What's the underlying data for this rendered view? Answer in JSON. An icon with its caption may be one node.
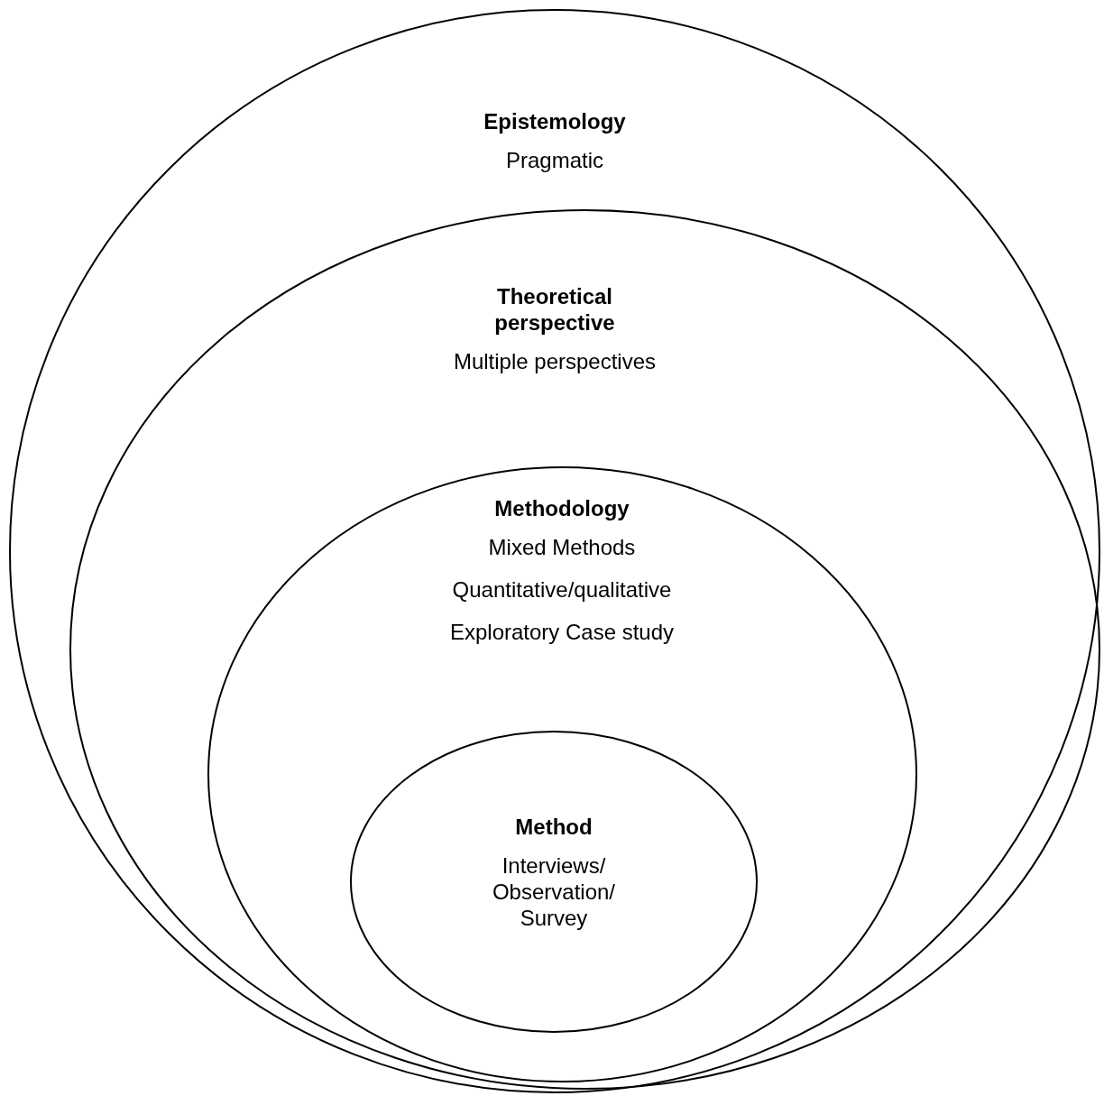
{
  "diagram": {
    "nodes": [
      {
        "text": [
          "Epistemology",
          "Pragmatic"
        ]
      },
      {
        "text": [
          "Theoretical perspective",
          "Multiple perspectives"
        ],
        "in": 0
      },
      {
        "text": [
          "Methodology",
          "Mixed Methods",
          "Quantitative/qualitative",
          "Exploratory Case study"
        ],
        "in": 1
      },
      {
        "text": [
          "Method",
          "Interviews/ Observation/ Survey"
        ],
        "in": 2
      }
    ]
  }
}
